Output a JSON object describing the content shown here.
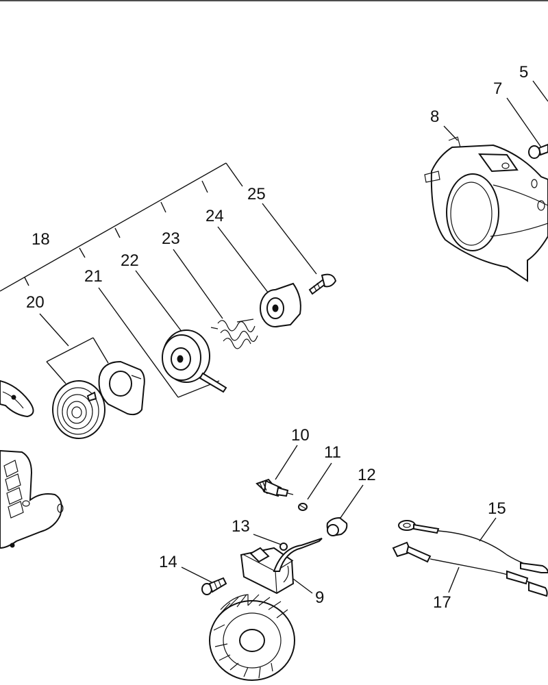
{
  "labels": {
    "l5": "5",
    "l7": "7",
    "l8": "8",
    "l9": "9",
    "l10": "10",
    "l11": "11",
    "l12": "12",
    "l13": "13",
    "l14": "14",
    "l15": "15",
    "l17": "17",
    "l18": "18",
    "l20": "20",
    "l21": "21",
    "l22": "22",
    "l23": "23",
    "l24": "24",
    "l25": "25"
  }
}
